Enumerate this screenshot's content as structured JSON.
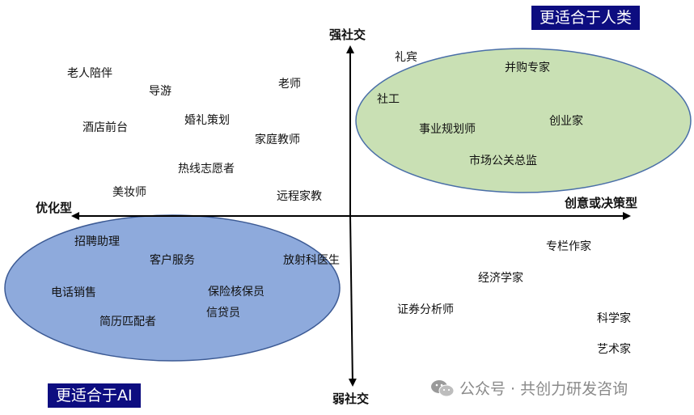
{
  "axes": {
    "top": "强社交",
    "bottom": "弱社交",
    "left": "优化型",
    "right": "创意或决策型"
  },
  "regions": {
    "human_label": "更适合于人类",
    "ai_label": "更适合于AI",
    "human_color": "#c9e0b4",
    "ai_color": "#8eaadc"
  },
  "jobs": {
    "elder_care": "老人陪伴",
    "tour_guide": "导游",
    "teacher": "老师",
    "hotel_reception": "酒店前台",
    "wedding_planner": "婚礼策划",
    "private_tutor": "家庭教师",
    "hotline_volunteer": "热线志愿者",
    "makeup_artist": "美妆师",
    "remote_teacher": "远程家教",
    "etiquette": "礼宾",
    "ma_expert": "并购专家",
    "social_worker": "社工",
    "entrepreneur": "创业家",
    "career_planner": "事业规划师",
    "pr_director": "市场公关总监",
    "recruit_assistant": "招聘助理",
    "customer_service": "客户服务",
    "radiologist": "放射科医生",
    "telesales": "电话销售",
    "insurance_underwriter": "保险核保员",
    "loan_officer": "信贷员",
    "resume_matcher": "简历匹配者",
    "columnist": "专栏作家",
    "economist": "经济学家",
    "securities_analyst": "证券分析师",
    "scientist": "科学家",
    "artist": "艺术家"
  },
  "watermark": "公众号 · 共创力研发咨询"
}
